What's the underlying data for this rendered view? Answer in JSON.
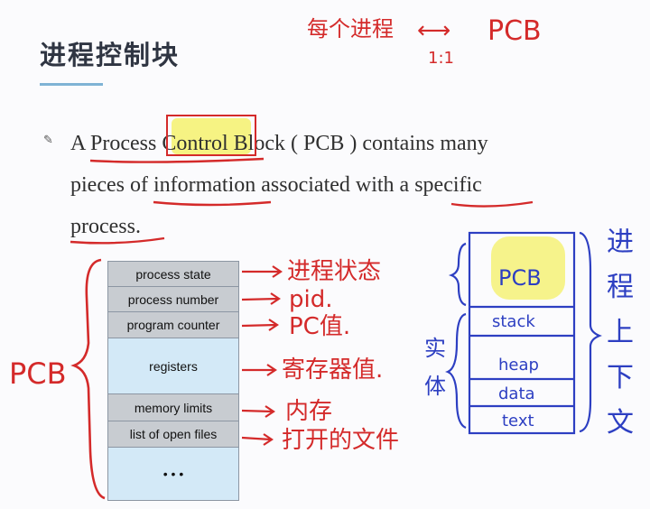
{
  "slide": {
    "title": "进程控制块",
    "bullet": {
      "lines": [
        "A Process Control Block ( PCB ) contains many",
        "pieces of information associated with a specific",
        "process."
      ]
    }
  },
  "pcb_table": {
    "rows": [
      {
        "label": "process state",
        "tone": "gray"
      },
      {
        "label": "process number",
        "tone": "gray"
      },
      {
        "label": "program counter",
        "tone": "gray"
      },
      {
        "label": "registers",
        "tone": "blue"
      },
      {
        "label": "memory limits",
        "tone": "gray"
      },
      {
        "label": "list of open files",
        "tone": "gray"
      },
      {
        "label": "• • •",
        "tone": "blue"
      }
    ]
  },
  "annotations": {
    "top_note": "每个进程",
    "arrow_symbol": "⟷",
    "top_pcb": "PCB",
    "ratio": "1:1",
    "pcb_side_label": "PCB",
    "row_notes": [
      "进程状态",
      "pid.",
      "PC值.",
      "寄存器值.",
      "内存",
      "打开的文件"
    ],
    "memory_blocks": [
      "PCB",
      "stack",
      "heap",
      "data",
      "text"
    ],
    "entity_label": [
      "实",
      "体"
    ],
    "context_label": [
      "进",
      "程",
      "上",
      "下",
      "文"
    ]
  },
  "colors": {
    "red_ink": "#d42a2a",
    "blue_ink": "#2d3fc2",
    "highlight": "#f2f03a"
  }
}
